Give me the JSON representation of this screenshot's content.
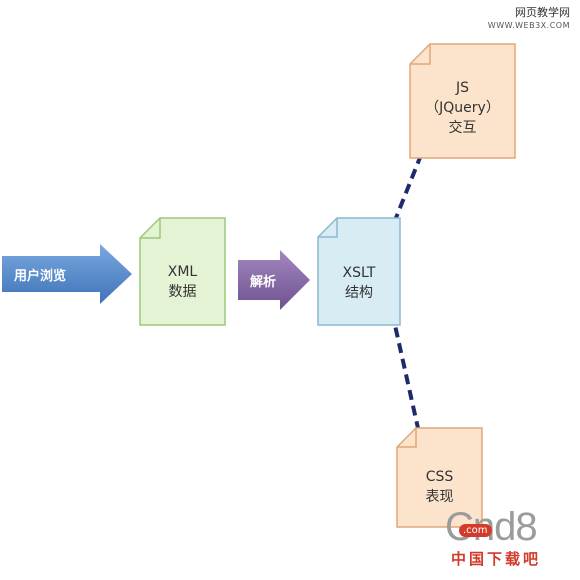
{
  "watermark_top": {
    "title": "网页教学网",
    "url": "WWW.WEB3X.COM"
  },
  "arrows": {
    "browse": {
      "label": "用户浏览",
      "color": "#5b8fd1"
    },
    "parse": {
      "label": "解析",
      "color": "#8a6aa8"
    }
  },
  "docs": {
    "xml": {
      "lines": [
        "XML",
        "数据"
      ],
      "fill": "#e4f3d4",
      "stroke": "#9cc77a"
    },
    "xslt": {
      "lines": [
        "XSLT",
        "结构"
      ],
      "fill": "#d8ecf4",
      "stroke": "#8ab9cf"
    },
    "js": {
      "lines": [
        "JS",
        "（JQuery）",
        "交互"
      ],
      "fill": "#fce3cc",
      "stroke": "#e0a878"
    },
    "css": {
      "lines": [
        "CSS",
        "表现"
      ],
      "fill": "#fce3cc",
      "stroke": "#e0a878"
    }
  },
  "connector_color": "#1f2a6b",
  "watermark_brand": {
    "logo": "Cnd8",
    "badge": ".com",
    "tagline": "中国下载吧"
  }
}
